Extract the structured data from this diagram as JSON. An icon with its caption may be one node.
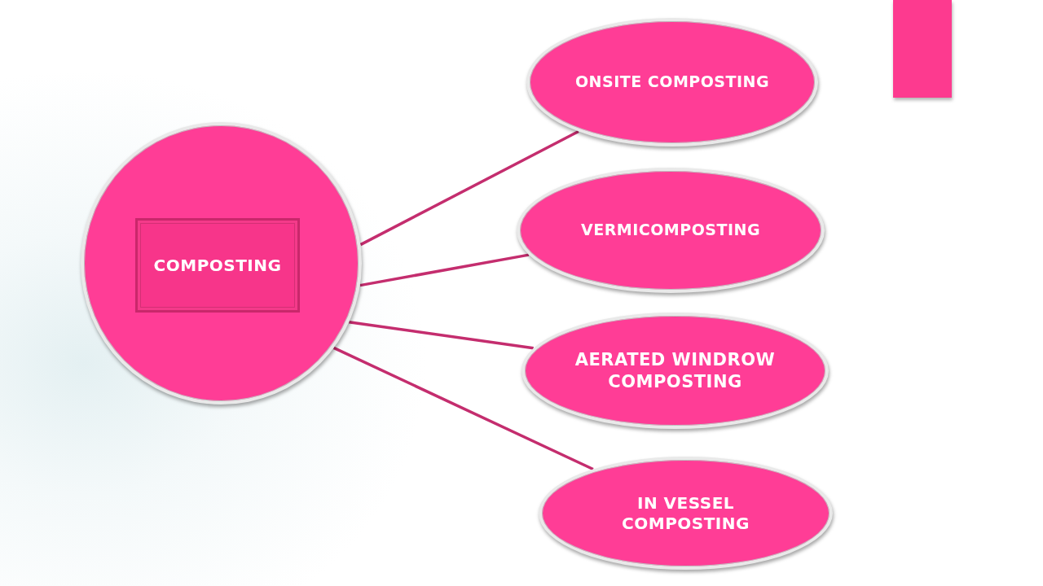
{
  "diagram": {
    "nodes": [
      {
        "text": [],
        "shape": "circle"
      },
      {
        "text": [
          "COMPOSTING"
        ],
        "in": 0
      },
      {
        "text": [
          "ONSITE COMPOSTING"
        ]
      },
      {
        "text": [
          "VERMICOMPOSTING"
        ]
      },
      {
        "text": [
          "AERATED WINDROW COMPOSTING"
        ]
      },
      {
        "text": [
          "IN VESSEL COMPOSTING"
        ]
      }
    ],
    "edges": [
      {
        "from": 0,
        "to": 2,
        "arrow": "none"
      },
      {
        "from": 0,
        "to": 3,
        "arrow": "none"
      },
      {
        "from": 0,
        "to": 4,
        "arrow": "none"
      },
      {
        "from": 0,
        "to": 5,
        "arrow": "none"
      }
    ]
  }
}
